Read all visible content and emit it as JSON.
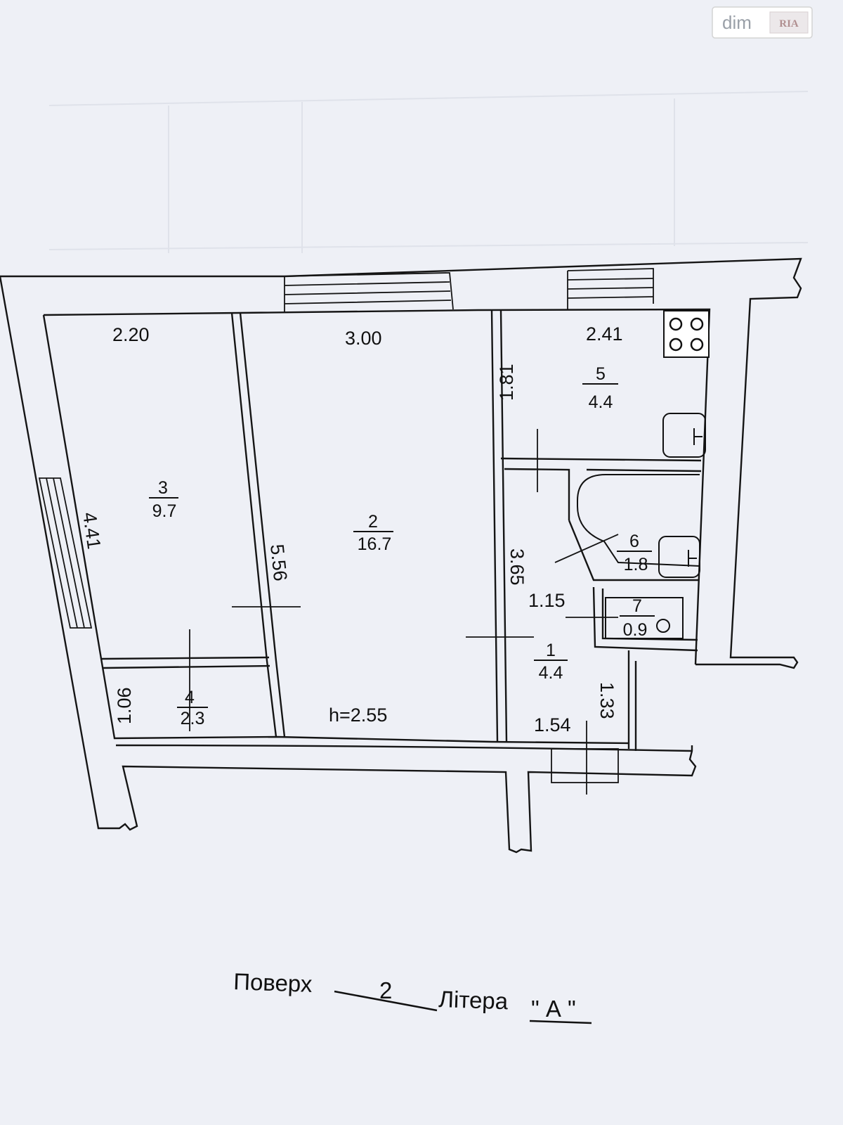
{
  "watermark": {
    "text": "dim",
    "badge": "RIA"
  },
  "plan": {
    "rooms": [
      {
        "id": "room-1",
        "number": "1",
        "area": "4.4"
      },
      {
        "id": "room-2",
        "number": "2",
        "area": "16.7"
      },
      {
        "id": "room-3",
        "number": "3",
        "area": "9.7"
      },
      {
        "id": "room-4",
        "number": "4",
        "area": "2.3"
      },
      {
        "id": "room-5",
        "number": "5",
        "area": "4.4"
      },
      {
        "id": "room-6",
        "number": "6",
        "area": "1.8"
      },
      {
        "id": "room-7",
        "number": "7",
        "area": "0.9"
      }
    ],
    "dimensions": {
      "room3_width": "2.20",
      "room2_width": "3.00",
      "room5_width": "2.41",
      "room3_length": "4.41",
      "room2_length": "5.56",
      "room5_depth": "1.81",
      "corridor_length": "3.65",
      "wc_width": "1.15",
      "room4_depth": "1.06",
      "entry_depth": "1.33",
      "entry_width": "1.54"
    },
    "ceiling_height": "h=2.55"
  },
  "footer": {
    "floor_label": "Поверх",
    "floor_value": "2",
    "letter_label": "Літера",
    "letter_value": "\" А \""
  }
}
